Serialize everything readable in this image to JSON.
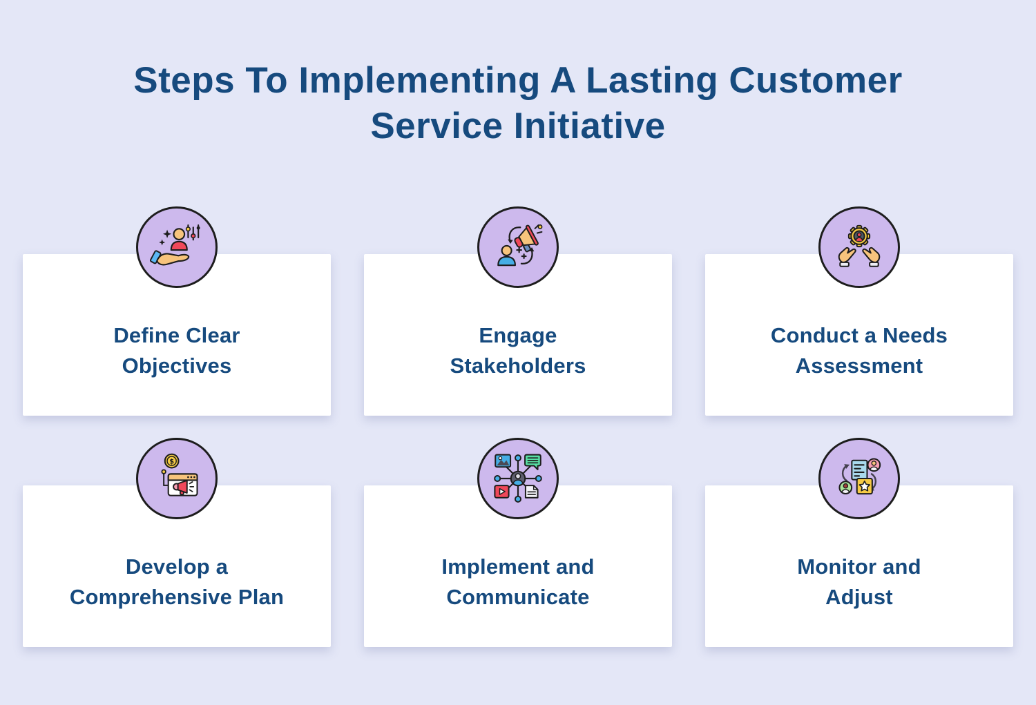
{
  "title": {
    "text": "Steps To Implementing A Lasting Customer\nService Initiative"
  },
  "steps": [
    {
      "label": "Define Clear\nObjectives",
      "icon": "hand-presenting-person-icon"
    },
    {
      "label": "Engage\nStakeholders",
      "icon": "megaphone-engagement-icon"
    },
    {
      "label": "Conduct a Needs\nAssessment",
      "icon": "hands-holding-gear-icon"
    },
    {
      "label": "Develop a\nComprehensive Plan",
      "icon": "browser-megaphone-coin-icon"
    },
    {
      "label": "Implement and\nCommunicate",
      "icon": "communication-network-icon"
    },
    {
      "label": "Monitor and\nAdjust",
      "icon": "feedback-exchange-icon"
    }
  ],
  "colors": {
    "background": "#E4E7F7",
    "card": "#FFFFFF",
    "icon_circle": "#CDB9ED",
    "icon_outline": "#1d1d1d",
    "heading_text": "#164A7E",
    "label_text": "#164A7E",
    "accent_red": "#F0485A",
    "accent_yellow": "#F6CB45",
    "accent_tan": "#F7C47C",
    "accent_blue": "#45AEE5",
    "accent_green": "#58E0A5",
    "accent_pink": "#F79FB4"
  }
}
